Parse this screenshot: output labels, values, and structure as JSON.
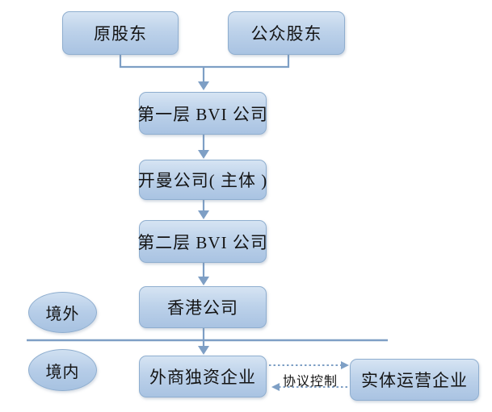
{
  "diagram": {
    "nodes": {
      "original_shareholders": {
        "label": "原股东"
      },
      "public_shareholders": {
        "label": "公众股东"
      },
      "bvi_layer1": {
        "label": "第一层 BVI 公司"
      },
      "cayman": {
        "label": "开曼公司( 主体 )"
      },
      "bvi_layer2": {
        "label": "第二层 BVI 公司"
      },
      "hongkong": {
        "label": "香港公司"
      },
      "wfoe": {
        "label": "外商独资企业"
      },
      "operating_entity": {
        "label": "实体运营企业"
      }
    },
    "regions": {
      "offshore": {
        "label": "境外"
      },
      "onshore": {
        "label": "境内"
      }
    },
    "edges": {
      "vie_control_label": "协议控制"
    },
    "colors": {
      "node_fill_top": "#d6e4f3",
      "node_fill_bottom": "#a9c3e2",
      "node_border": "#8faecf",
      "connector": "#7e9fc5",
      "divider": "#7e9fc5",
      "text": "#141414",
      "background": "#ffffff"
    }
  }
}
